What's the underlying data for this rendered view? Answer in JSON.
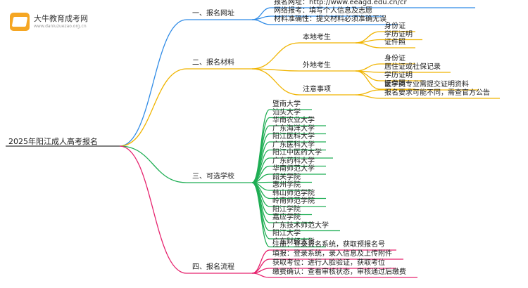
{
  "logo": {
    "title": "大牛教育成考网",
    "url": "www.daniuzuezao.org.cn"
  },
  "root": "2025年阳江成人高考报名",
  "colors": {
    "c1": "#2f8be6",
    "c2": "#f0b400",
    "c3": "#1fae54",
    "c4": "#e6236e"
  },
  "branches": [
    {
      "label": "一、报名网址",
      "color": "c1",
      "items": [
        "报名网址：http://www.eeagd.edu.cn/cr",
        "网络报考：填写个人信息及志愿",
        "材料准确性：提交材料必须准确无误"
      ]
    },
    {
      "label": "二、报名材料",
      "color": "c2",
      "groups": [
        {
          "label": "本地考生",
          "items": [
            "身份证",
            "学历证明",
            "证件照"
          ]
        },
        {
          "label": "外地考生",
          "items": [
            "身份证",
            "居住证或社保记录",
            "学历证明",
            "证件照"
          ]
        },
        {
          "label": "注意事项",
          "items": [
            "医学类专业需提交证明资料",
            "报名要求可能不同，需查官方公告"
          ]
        }
      ]
    },
    {
      "label": "三、可选学校",
      "color": "c3",
      "items": [
        "暨南大学",
        "汕头大学",
        "华南农业大学",
        "广东海洋大学",
        "阳江医科大学",
        "广东医科大学",
        "阳江中医药大学",
        "广东药科大学",
        "华南师范大学",
        "韶关学院",
        "惠州学院",
        "韩山师范学院",
        "岭南师范学院",
        "阳江学院",
        "嘉应学院",
        "广东技术师范大学",
        "阳江大学",
        "广东财经大学"
      ]
    },
    {
      "label": "四、报名流程",
      "color": "c4",
      "items": [
        "注册：登录报名系统，获取预报名号",
        "填报：登录系统，录入信息及上传附件",
        "获取考位：进行人脸验证，获取考位",
        "缴费确认：查看审核状态，审核通过后缴费"
      ]
    }
  ]
}
